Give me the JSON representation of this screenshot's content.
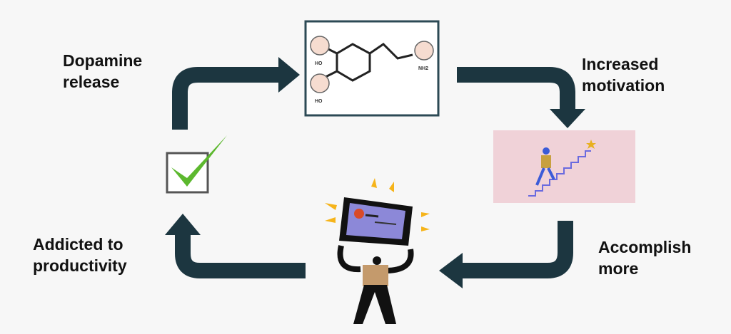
{
  "labels": {
    "dopamine_release": [
      "Dopamine",
      "release"
    ],
    "increased_motivation": [
      "Increased",
      "motivation"
    ],
    "accomplish_more": [
      "Accomplish",
      "more"
    ],
    "addicted": [
      "Addicted to",
      "productivity"
    ]
  },
  "molecule": {
    "groups": [
      "HO",
      "HO",
      "NH2"
    ]
  },
  "colors": {
    "arrow": "#1c3640",
    "check": "#5cb82e",
    "pink": "#f0d2d8",
    "background": "#f7f7f7"
  }
}
